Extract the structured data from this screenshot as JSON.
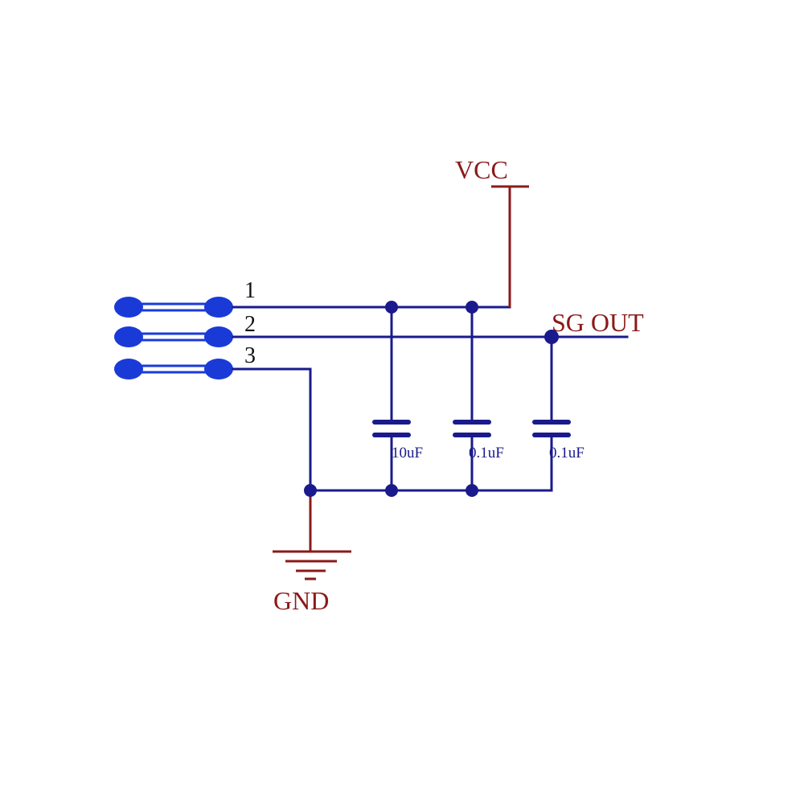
{
  "schematic": {
    "net_labels": {
      "vcc": "VCC",
      "signal_out": "SG OUT",
      "gnd": "GND"
    },
    "pins": [
      {
        "number": "1"
      },
      {
        "number": "2"
      },
      {
        "number": "3"
      }
    ],
    "capacitors": [
      {
        "value": "10uF"
      },
      {
        "value": "0.1uF"
      },
      {
        "value": "0.1uF"
      }
    ],
    "colors": {
      "wire": "#1a1a8c",
      "pad": "#1a3ad8",
      "net_label": "#8b1a1a",
      "background": "#ffffff"
    }
  }
}
